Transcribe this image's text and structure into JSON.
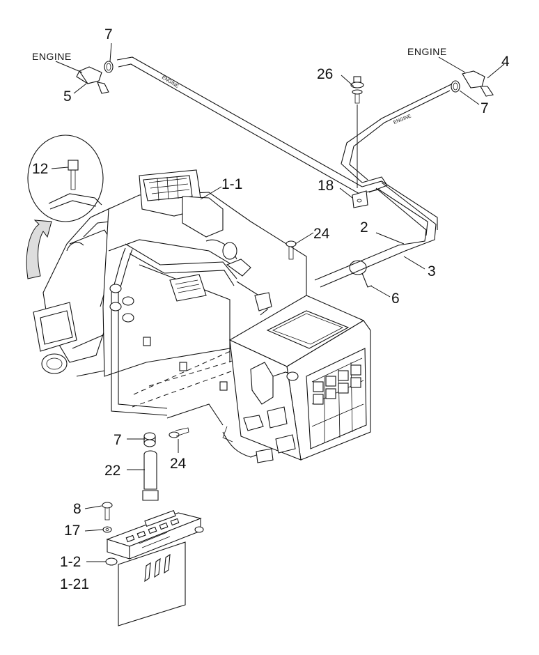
{
  "diagram": {
    "engine_label_left": "ENGINE",
    "engine_label_right": "ENGINE",
    "hose_marking_left": "ENGINE",
    "hose_marking_right": "ENGINE",
    "callouts": {
      "c7_top": "7",
      "c5": "5",
      "c4": "4",
      "c7_right": "7",
      "c26": "26",
      "c12": "12",
      "c1_1": "1-1",
      "c18": "18",
      "c2": "2",
      "c24_top": "24",
      "c3": "3",
      "c6": "6",
      "c7_bottom": "7",
      "c24_bottom": "24",
      "c22": "22",
      "c8": "8",
      "c17": "17",
      "c1_2": "1-2",
      "c1_21": "1-21"
    }
  }
}
